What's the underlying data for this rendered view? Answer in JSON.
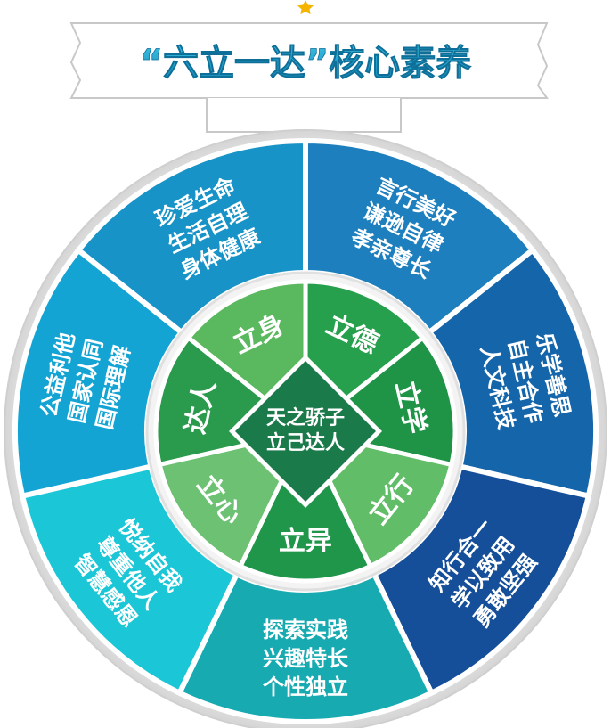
{
  "title": "“六立一达”核心素养",
  "center": [
    "天之骄子",
    "立己达人"
  ],
  "inner_segments": [
    {
      "label": "立身",
      "color": "#5ab85e"
    },
    {
      "label": "立德",
      "color": "#27a04d"
    },
    {
      "label": "立学",
      "color": "#1f9446"
    },
    {
      "label": "立行",
      "color": "#62bd68"
    },
    {
      "label": "立异",
      "color": "#20964a"
    },
    {
      "label": "立心",
      "color": "#6cc172"
    },
    {
      "label": "达人",
      "color": "#2a9a4c"
    }
  ],
  "outer_segments": [
    {
      "lines": [
        "言行美好",
        "谦逊自律",
        "孝亲尊长"
      ],
      "color": "#1d7fbd"
    },
    {
      "lines": [
        "乐学善思",
        "自主合作",
        "人文科技"
      ],
      "color": "#1565ab"
    },
    {
      "lines": [
        "知行合一",
        "学以致用",
        "勇敢坚强"
      ],
      "color": "#154f99"
    },
    {
      "lines": [
        "探索实践",
        "兴趣特长",
        "个性独立"
      ],
      "color": "#17aab1"
    },
    {
      "lines": [
        "悦纳自我",
        "尊重他人",
        "智慧感恩"
      ],
      "color": "#1bc7d6"
    },
    {
      "lines": [
        "公益利他",
        "国家认同",
        "国际理解"
      ],
      "color": "#14a4d4"
    },
    {
      "lines": [
        "珍爱生命",
        "生活自理",
        "身体健康"
      ],
      "color": "#1893c7"
    }
  ],
  "colors": {
    "title_fill": "#1aa2c9",
    "star": "#f5b400",
    "ring_border": "#d8d8d8",
    "center_dark": "#1a7a4a",
    "inner_ring_bg": "#f3f3f3"
  }
}
